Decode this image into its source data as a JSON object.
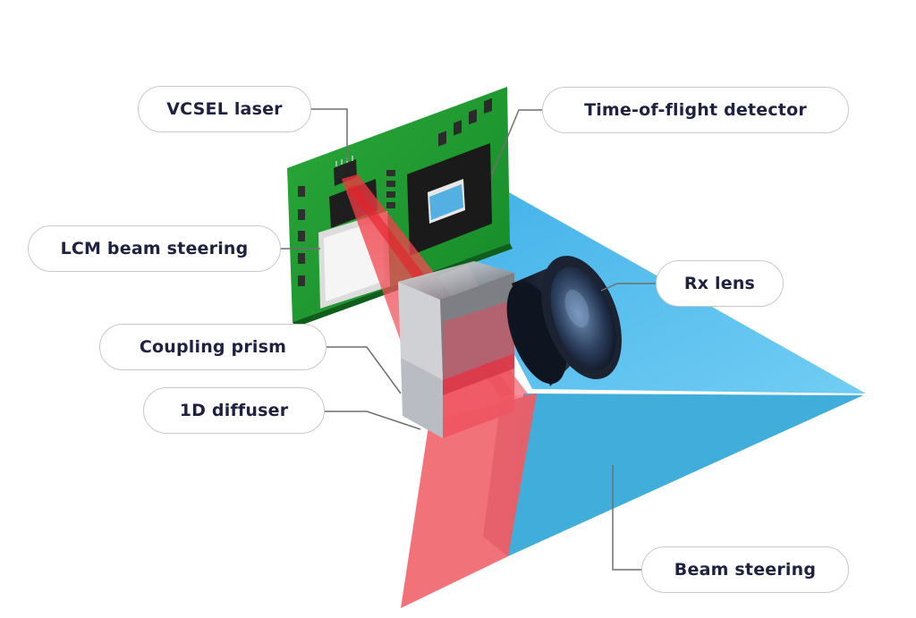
{
  "labels": {
    "vcsel_laser": "VCSEL laser",
    "tof_detector": "Time-of-flight detector",
    "lcm_beam_steering": "LCM beam steering",
    "rx_lens": "Rx lens",
    "coupling_prism": "Coupling prism",
    "diffuser_1d": "1D diffuser",
    "beam_steering": "Beam steering"
  },
  "colors": {
    "pcb_green": "#1f8f2f",
    "pcb_dark_green": "#156b22",
    "chip_black": "#1c1c1c",
    "laser_red": "#f0414a",
    "beam_blue": "#3ab6ea",
    "lens_body": "#1a2130",
    "label_text": "#1e2140",
    "label_border": "#c9c9c9",
    "leader_line": "#6f6f6f"
  }
}
